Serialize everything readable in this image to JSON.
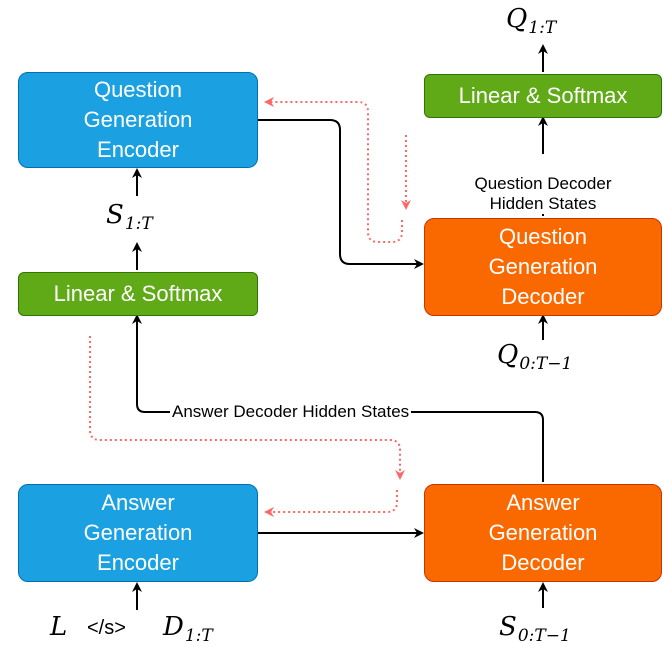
{
  "boxes": {
    "qg_encoder": "Question\nGeneration\nEncoder",
    "qg_decoder": "Question\nGeneration\nDecoder",
    "ag_encoder": "Answer\nGeneration\nEncoder",
    "ag_decoder": "Answer\nGeneration\nDecoder",
    "linear_softmax_left": "Linear & Softmax",
    "linear_softmax_right": "Linear & Softmax"
  },
  "labels": {
    "question_decoder_hidden": "Question Decoder\nHidden States",
    "answer_decoder_hidden": "Answer Decoder Hidden States"
  },
  "math": {
    "q_out": {
      "base": "Q",
      "sub": "1:T"
    },
    "s_mid": {
      "base": "S",
      "sub": "1:T"
    },
    "q_in": {
      "base": "Q",
      "sub": "0:T−1"
    },
    "s_in": {
      "base": "S",
      "sub": "0:T−1"
    },
    "l_in": {
      "base": "L",
      "sub": ""
    },
    "sep": "</s>",
    "d_in": {
      "base": "D",
      "sub": "1:T"
    }
  },
  "colors": {
    "encoder": "#1ba1e2",
    "decoder": "#fa6800",
    "softmax": "#60a917",
    "dotted_arrow": "#ff6666"
  }
}
